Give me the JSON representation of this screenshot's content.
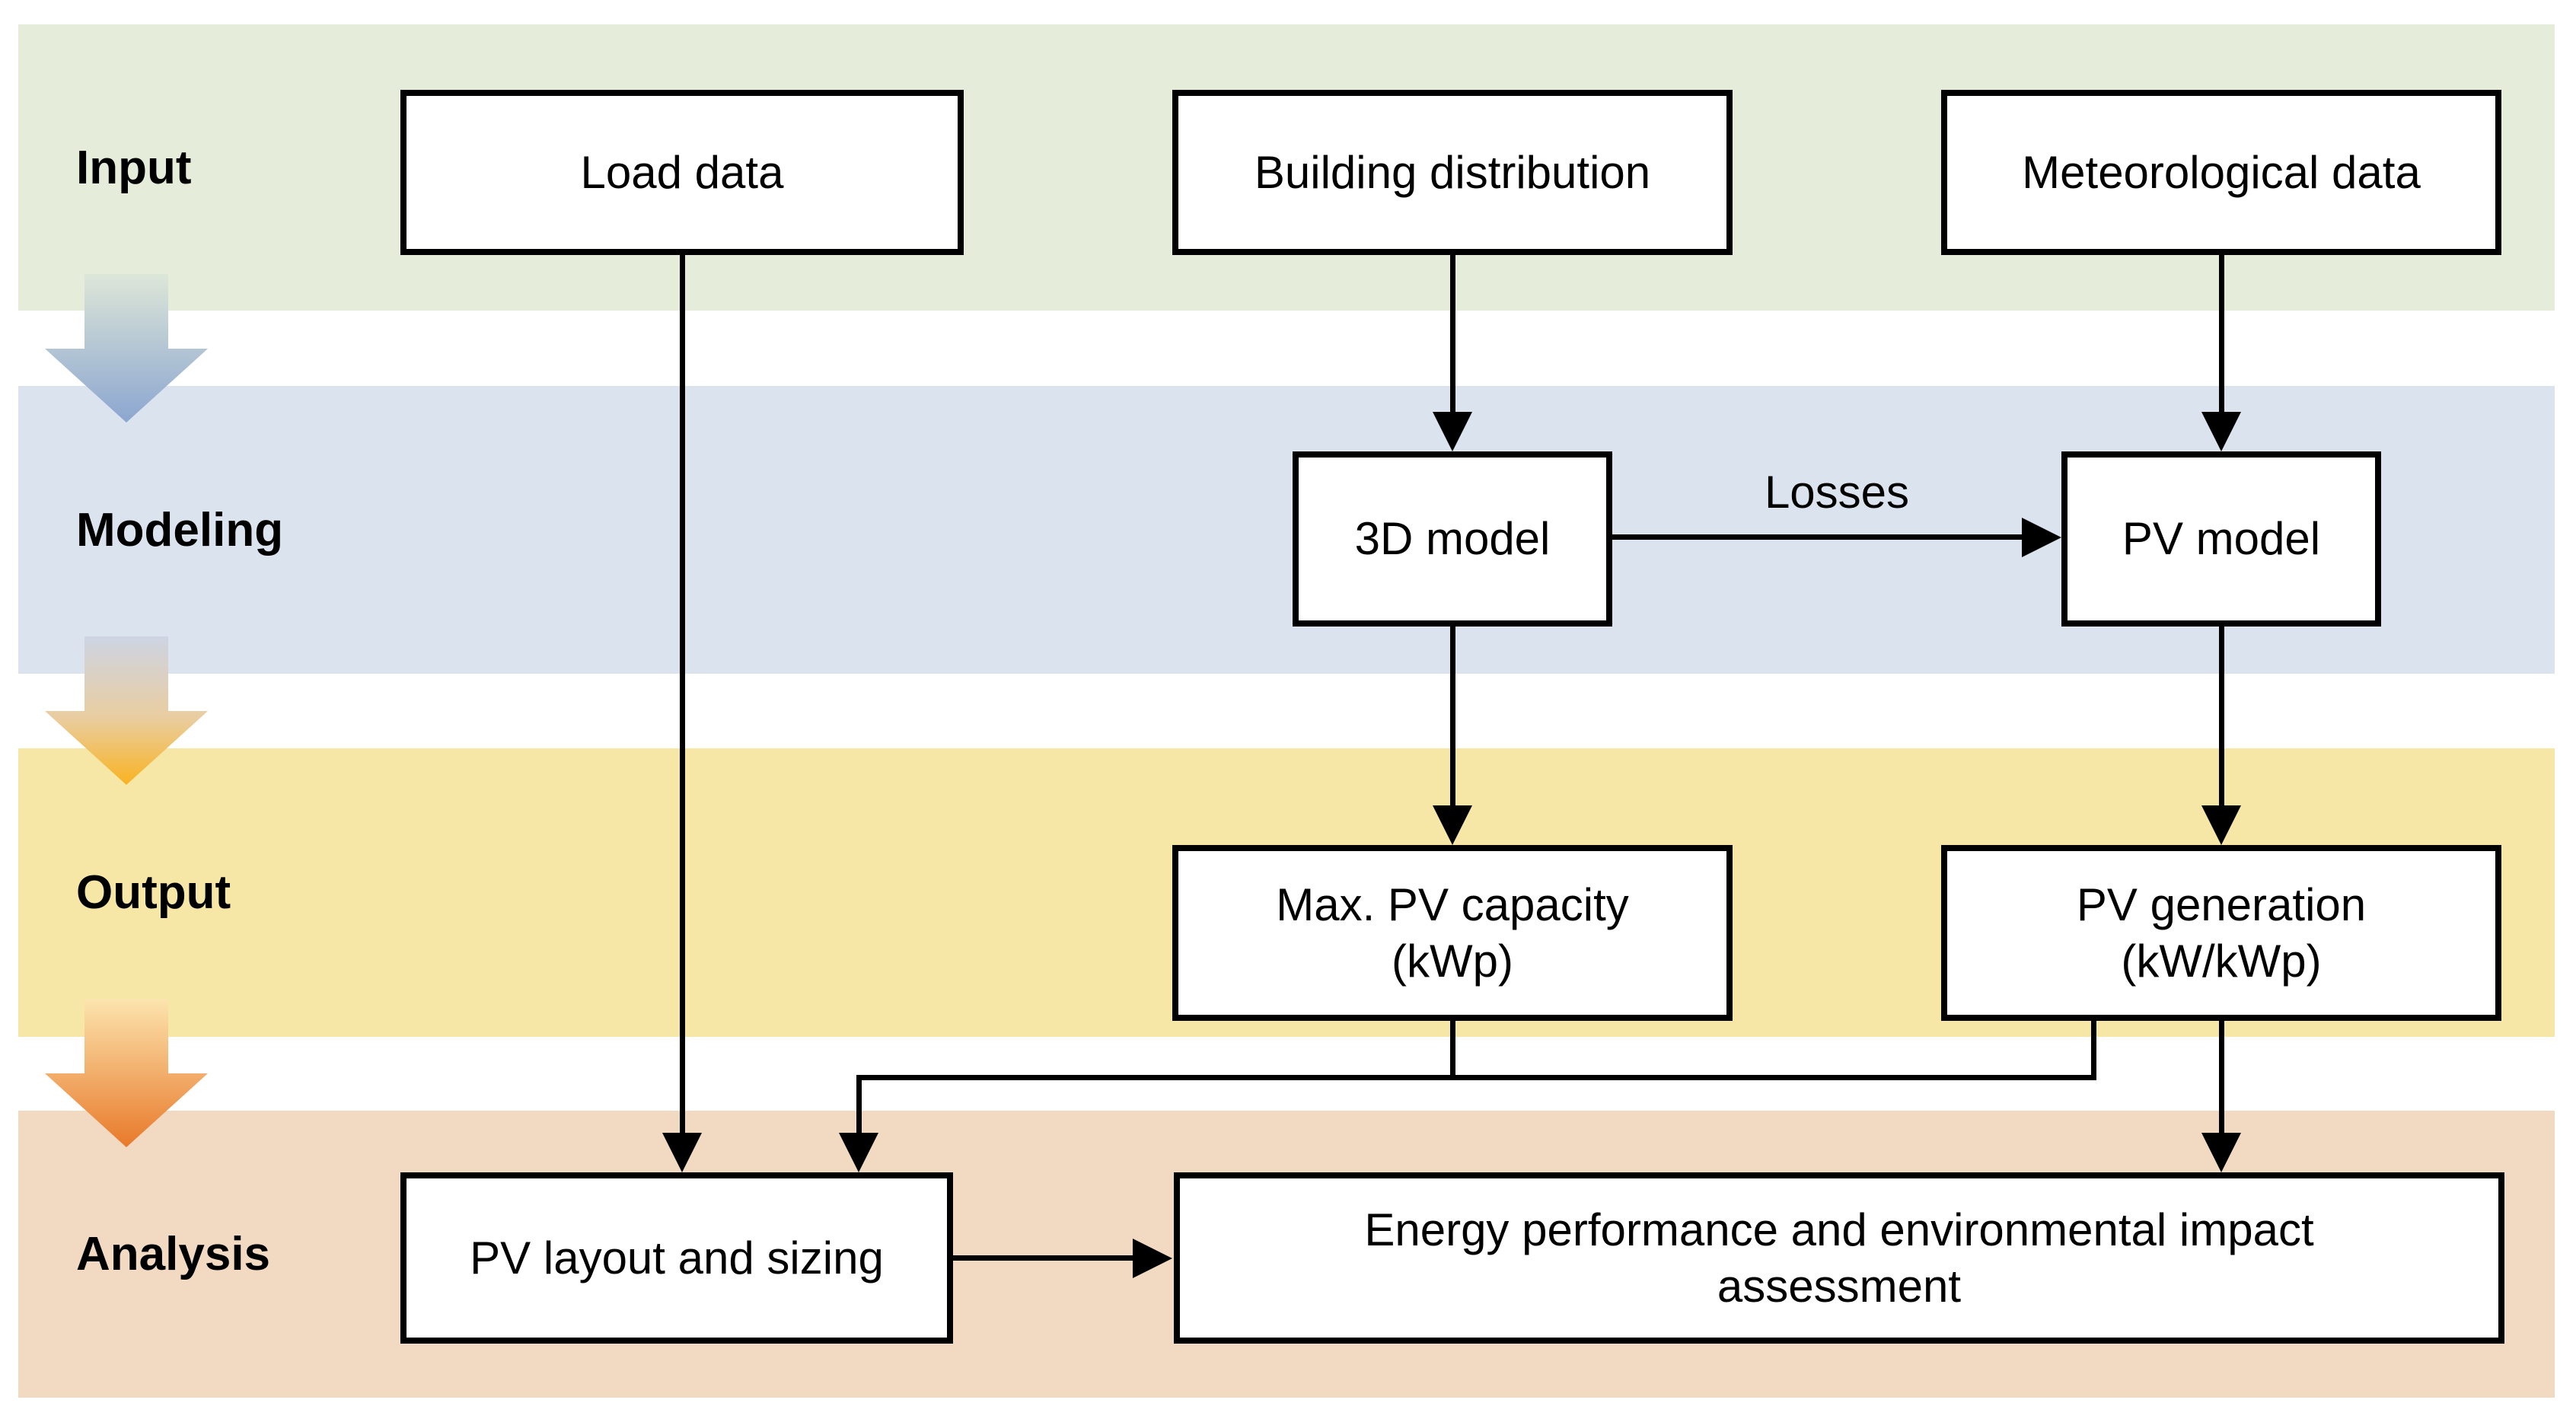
{
  "figure": {
    "type": "flowchart",
    "description": "PV modeling workflow diagram with four stage bands and process boxes"
  },
  "bands": {
    "items": [
      {
        "id": "input",
        "label": "Input",
        "color": "#e5edda"
      },
      {
        "id": "modeling",
        "label": "Modeling",
        "color": "#dbe3ee"
      },
      {
        "id": "output",
        "label": "Output",
        "color": "#f6e7a6"
      },
      {
        "id": "analysis",
        "label": "Analysis",
        "color": "#f1d9c2"
      }
    ]
  },
  "nodes": {
    "load_data": {
      "label": "Load data"
    },
    "building_distribution": {
      "label": "Building distribution"
    },
    "meteorological_data": {
      "label": "Meteorological data"
    },
    "model_3d": {
      "label": "3D model"
    },
    "pv_model": {
      "label": "PV model"
    },
    "max_pv_capacity": {
      "label": "Max. PV capacity\n(kWp)"
    },
    "pv_generation": {
      "label": "PV generation\n(kW/kWp)"
    },
    "pv_layout": {
      "label": "PV layout and sizing"
    },
    "energy_assessment": {
      "label": "Energy performance and environmental impact\nassessment"
    }
  },
  "edge_labels": {
    "losses": "Losses"
  },
  "colors": {
    "band_input": "#e5edda",
    "band_modeling": "#dbe3ee",
    "band_output": "#f6e7a6",
    "band_analysis": "#f1d9c2",
    "line": "#000000",
    "node_fill": "#ffffff",
    "grad_input_to_modeling_start": "#dde6d8",
    "grad_input_to_modeling_end": "#8ba6d0",
    "grad_modeling_to_output_start": "#cdd4e3",
    "grad_modeling_to_output_end": "#f9b322",
    "grad_output_to_analysis_start": "#fce4ae",
    "grad_output_to_analysis_end": "#e8792a"
  }
}
